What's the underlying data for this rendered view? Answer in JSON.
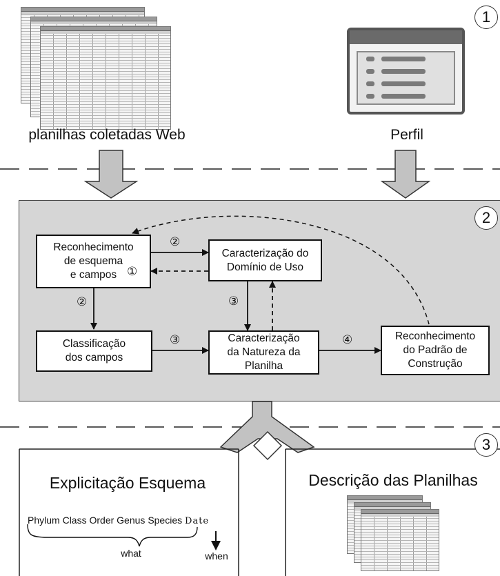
{
  "stages": {
    "s1": "1",
    "s2": "2",
    "s3": "3"
  },
  "sources": {
    "spreadsheets_label": "planilhas coletadas Web",
    "profile_label": "Perfil"
  },
  "process": {
    "box_schema": "Reconhecimento\nde esquema\ne campos",
    "box_domain": "Caracterização do\nDomínio de Uso",
    "box_classification": "Classificação\ndos campos",
    "box_nature": "Caracterização\nda Natureza da\nPlanilha",
    "box_pattern": "Reconhecimento\ndo Padrão de\nConstrução",
    "step_schema": "①",
    "step_to_domain": "②",
    "step_to_classification": "②",
    "step_to_nature": "③",
    "step_domain_nature": "③",
    "step_to_pattern": "④"
  },
  "outputs": {
    "schema_title": "Explicitação Esquema",
    "description_title": "Descrição das Planilhas",
    "fields": [
      "Phylum",
      "Class",
      "Order",
      "Genus",
      "Species"
    ],
    "date_field": "Date",
    "what_label": "what",
    "when_label": "when"
  },
  "colors": {
    "process_bg": "#d6d6d6",
    "arrow_fill": "#c2c2c2",
    "line": "#111111"
  }
}
